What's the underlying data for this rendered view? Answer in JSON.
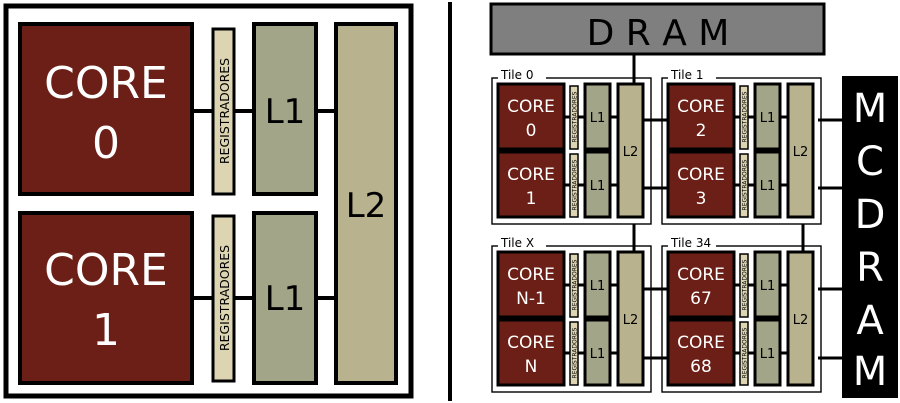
{
  "left": {
    "cores": [
      {
        "label": "CORE",
        "index": "0"
      },
      {
        "label": "CORE",
        "index": "1"
      }
    ],
    "registers_label": "REGISTRADORES",
    "l1_label": "L1",
    "l2_label": "L2"
  },
  "right": {
    "dram_label": "D R A M",
    "mcdram_letters": [
      "M",
      "C",
      "D",
      "R",
      "A",
      "M"
    ],
    "registers_label": "REGISTRADORES",
    "l1_label": "L1",
    "l2_label": "L2",
    "tiles": [
      {
        "name": "Tile 0",
        "cores": [
          {
            "label": "CORE",
            "index": "0"
          },
          {
            "label": "CORE",
            "index": "1"
          }
        ]
      },
      {
        "name": "Tile 1",
        "cores": [
          {
            "label": "CORE",
            "index": "2"
          },
          {
            "label": "CORE",
            "index": "3"
          }
        ]
      },
      {
        "name": "Tile X",
        "cores": [
          {
            "label": "CORE",
            "index": "N-1"
          },
          {
            "label": "CORE",
            "index": "N"
          }
        ]
      },
      {
        "name": "Tile 34",
        "cores": [
          {
            "label": "CORE",
            "index": "67"
          },
          {
            "label": "CORE",
            "index": "68"
          }
        ]
      }
    ]
  },
  "colors": {
    "core": "#6b1f16",
    "registers": "#ddd5b2",
    "l1": "#a3a589",
    "l2": "#b9b28e",
    "dram": "#7f7f7f",
    "mcdram": "#000000",
    "stroke": "#000000"
  }
}
